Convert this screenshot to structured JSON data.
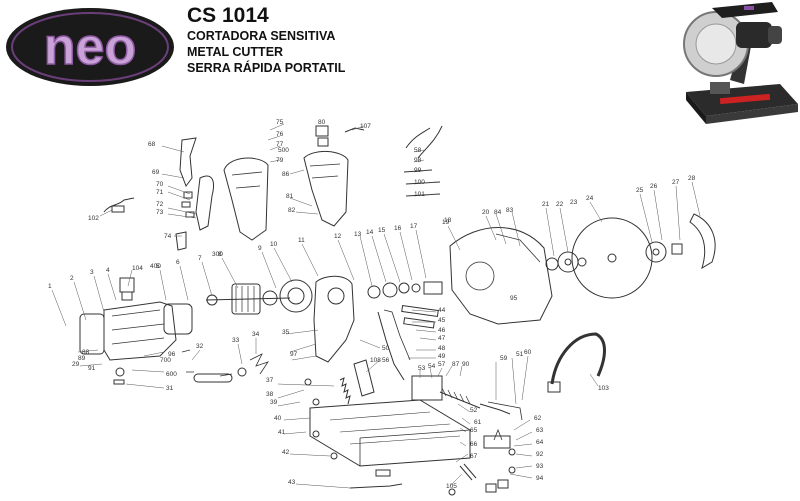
{
  "brand": {
    "logo_text": "neo"
  },
  "header": {
    "model": "CS 1014",
    "subtitles": [
      "CORTADORA SENSITIVA",
      "METAL CUTTER",
      "SERRA RÁPIDA PORTATIL"
    ]
  },
  "product_photo": {
    "description_icon": "cut-off-saw-photo"
  },
  "part_labels": [
    "1",
    "2",
    "3",
    "4",
    "5",
    "6",
    "7",
    "8",
    "9",
    "10",
    "11",
    "12",
    "13",
    "14",
    "15",
    "16",
    "17",
    "18",
    "19",
    "20",
    "21",
    "22",
    "23",
    "24",
    "25",
    "26",
    "27",
    "28",
    "29",
    "31",
    "32",
    "33",
    "34",
    "35",
    "37",
    "38",
    "39",
    "40",
    "41",
    "42",
    "43",
    "44",
    "45",
    "46",
    "47",
    "48",
    "49",
    "50",
    "51",
    "52",
    "53",
    "54",
    "56",
    "57",
    "58",
    "59",
    "60",
    "61",
    "62",
    "63",
    "64",
    "65",
    "66",
    "67",
    "68",
    "69",
    "70",
    "71",
    "72",
    "73",
    "74",
    "75",
    "76",
    "77",
    "79",
    "80",
    "81",
    "82",
    "83",
    "84",
    "86",
    "87",
    "88",
    "89",
    "90",
    "91",
    "92",
    "93",
    "94",
    "95",
    "96",
    "97",
    "98",
    "99",
    "100",
    "101",
    "102",
    "103",
    "104",
    "105",
    "107",
    "108",
    "300",
    "400",
    "500",
    "600",
    "700"
  ]
}
